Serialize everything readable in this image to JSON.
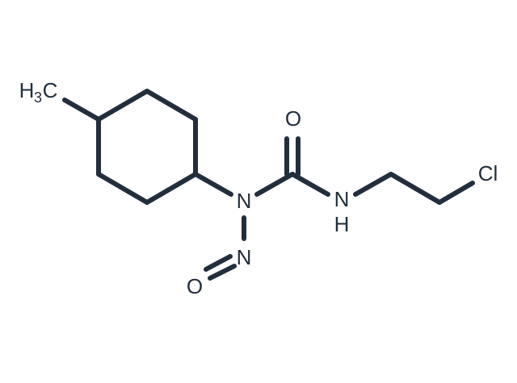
{
  "molecule": {
    "colors": {
      "bond": "#232e3d",
      "atom_label": "#232e3d",
      "background": "#ffffff"
    },
    "labels": {
      "methyl_h": "H",
      "methyl_sub": "3",
      "methyl_c": "C",
      "carbonyl_o": "O",
      "urea_n": "N",
      "nitroso_n": "N",
      "nitroso_o": "O",
      "amide_n": "N",
      "amide_h": "H",
      "chlorine": "Cl"
    }
  }
}
